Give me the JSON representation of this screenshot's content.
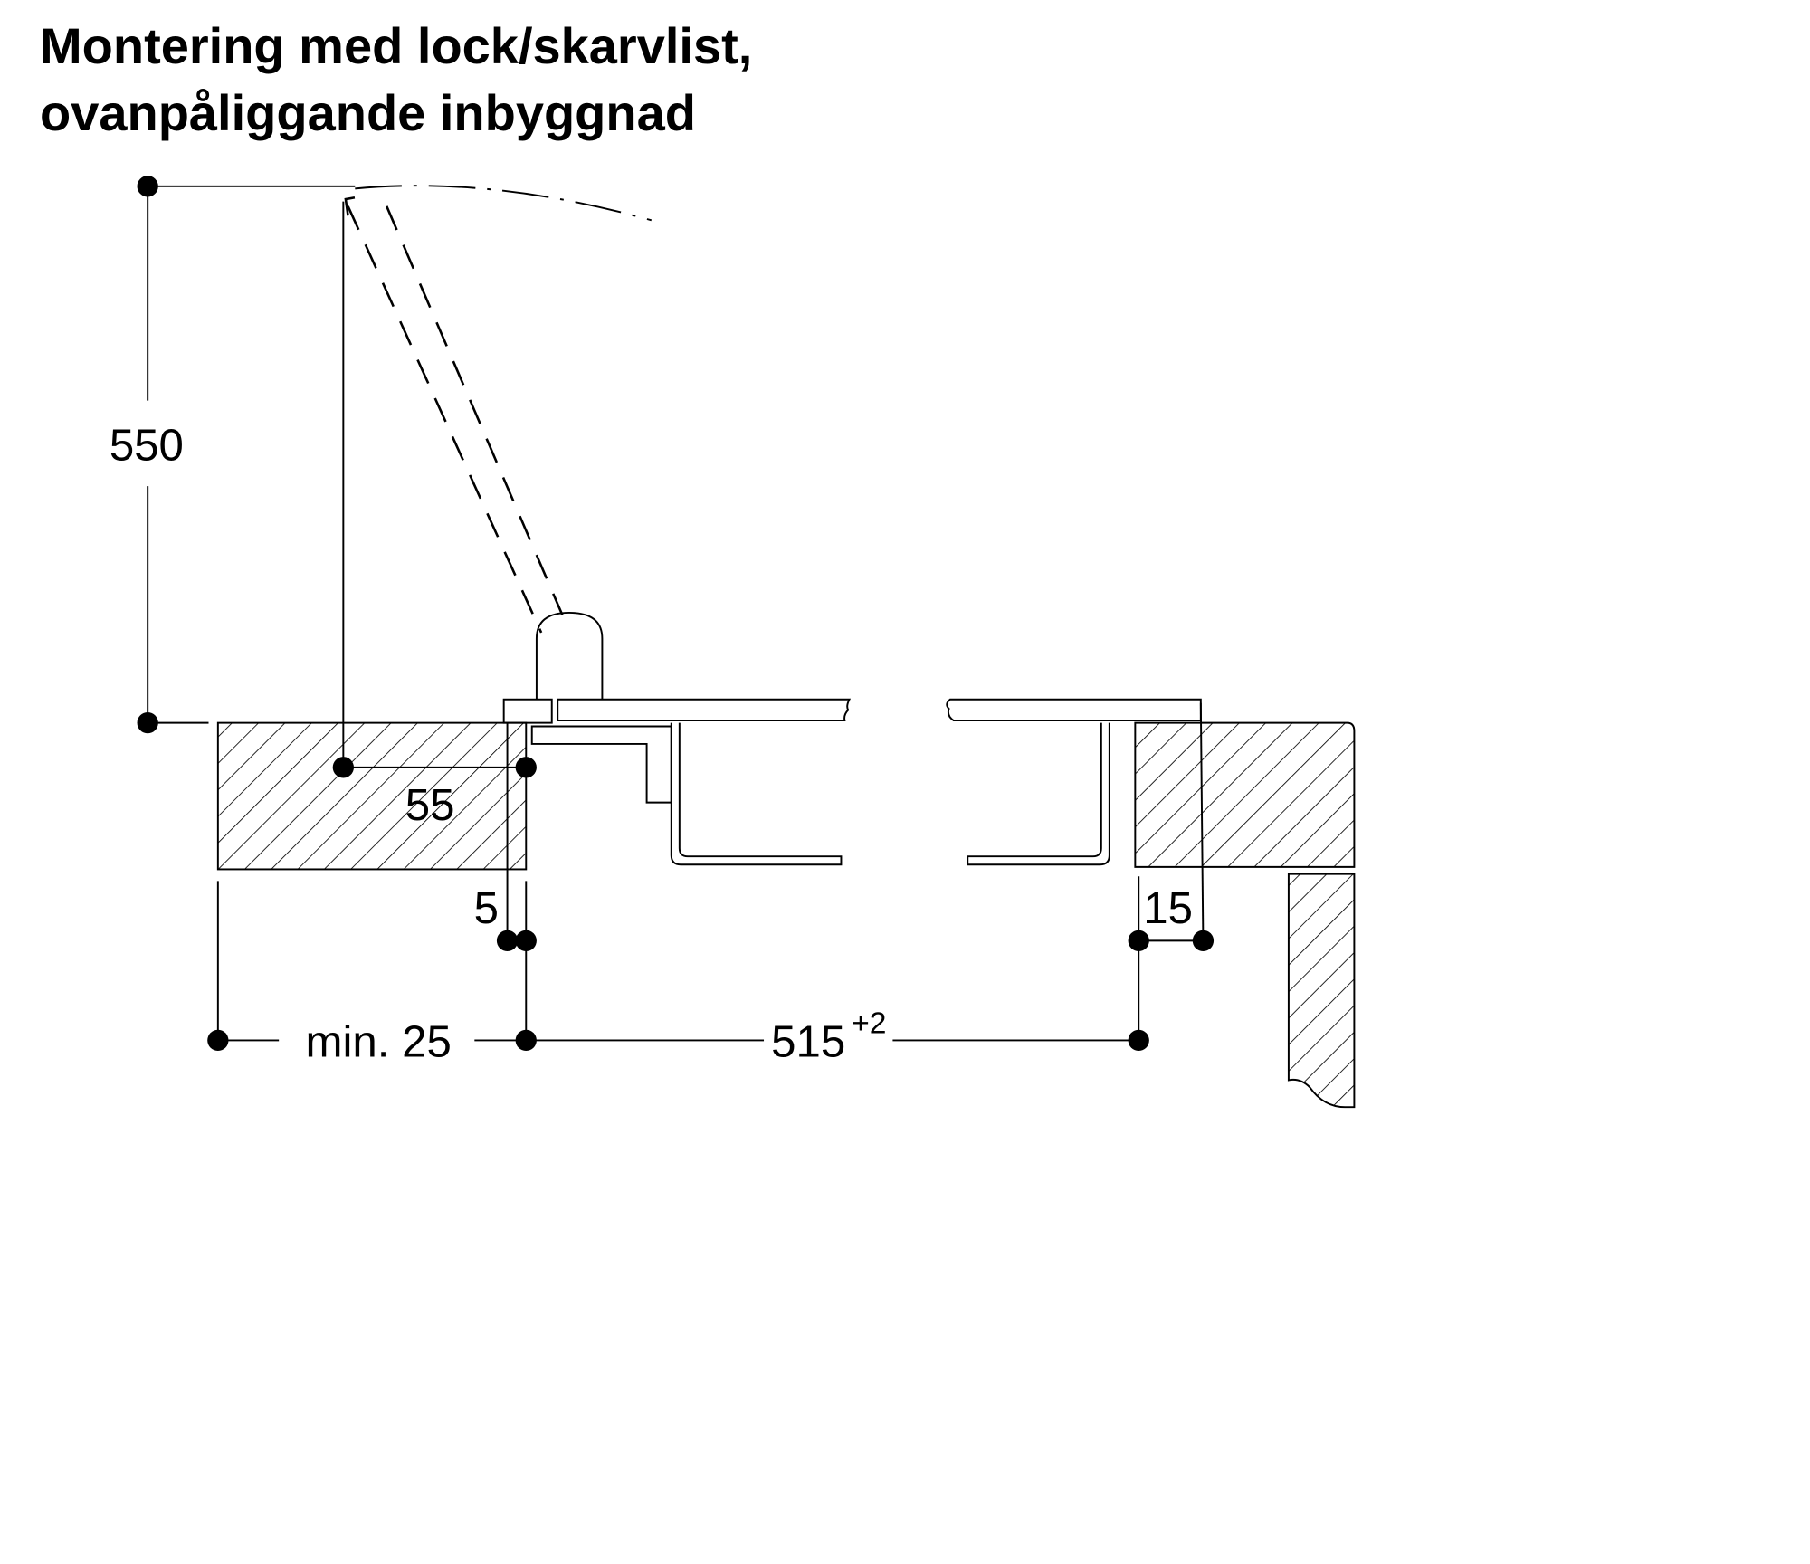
{
  "title": {
    "line1": "Montering med lock/skarvlist,",
    "line2": "ovanpåliggande inbyggnad"
  },
  "dimensions": {
    "height": "550",
    "depth": "55",
    "gap": "5",
    "min_edge": "min. 25",
    "cutout": "515",
    "cutout_tolerance": "+2",
    "overlap": "15"
  },
  "colors": {
    "line": "#000000",
    "background": "#ffffff"
  }
}
